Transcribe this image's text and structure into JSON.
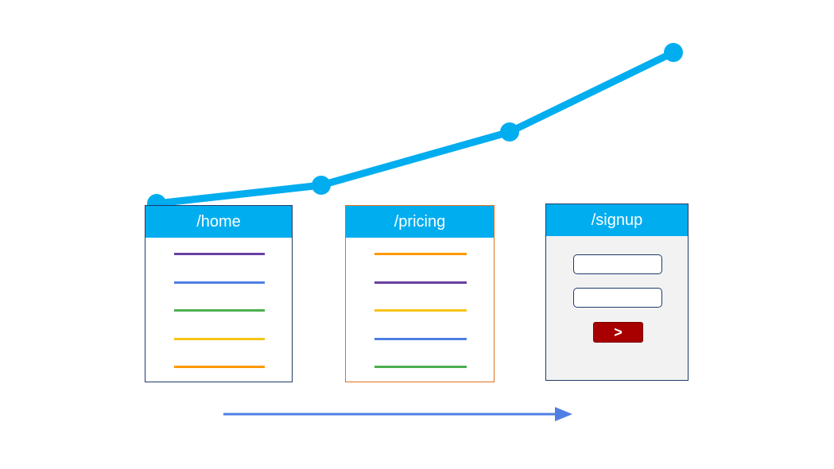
{
  "colors": {
    "trend": "#00adef",
    "header": "#00adef",
    "arrow": "#4f7fe3",
    "purple": "#6a3fa3",
    "blue": "#4f7fe3",
    "green": "#4caf50",
    "yellow": "#f5c518",
    "orange": "#ff9800",
    "navy_border": "#1f3a68",
    "orange_border": "#e07020",
    "form_bg": "#f2f2f2",
    "button": "#a80000"
  },
  "trend_values": [
    1,
    2,
    3,
    4
  ],
  "pages": [
    {
      "title": "/home",
      "lines": [
        "purple",
        "blue",
        "green",
        "yellow",
        "orange"
      ]
    },
    {
      "title": "/pricing",
      "lines": [
        "orange",
        "purple",
        "yellow",
        "blue",
        "green"
      ]
    },
    {
      "title": "/signup",
      "submit_label": ">"
    }
  ]
}
